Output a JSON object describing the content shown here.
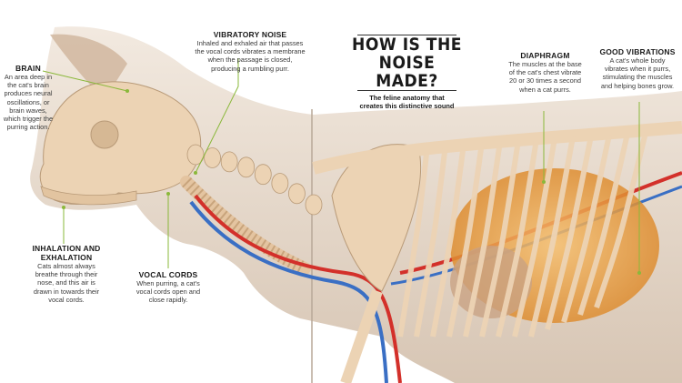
{
  "title": {
    "line1": "HOW IS THE",
    "line2": "NOISE MADE?",
    "subtitle_line1": "The feline anatomy that",
    "subtitle_line2": "creates this distinctive sound"
  },
  "labels": {
    "brain": {
      "heading": "BRAIN",
      "body": [
        "An area deep in",
        "the cat's brain",
        "produces neural",
        "oscillations, or",
        "brain waves,",
        "which trigger the",
        "purring action."
      ]
    },
    "vibratory_noise": {
      "heading": "VIBRATORY NOISE",
      "body": [
        "Inhaled and exhaled air that passes",
        "the vocal cords vibrates a membrane",
        "when the passage is closed,",
        "producing a rumbling purr."
      ]
    },
    "inhalation": {
      "heading_line1": "INHALATION AND",
      "heading_line2": "EXHALATION",
      "body": [
        "Cats almost always",
        "breathe through their",
        "nose, and this air is",
        "drawn in towards their",
        "vocal cords."
      ]
    },
    "vocal_cords": {
      "heading": "VOCAL CORDS",
      "body": [
        "When purring, a cat's",
        "vocal cords open and",
        "close rapidly."
      ]
    },
    "diaphragm": {
      "heading": "DIAPHRAGM",
      "body": [
        "The muscles at the base",
        "of the cat's chest vibrate",
        "20 or 30 times a second",
        "when a cat purrs."
      ]
    },
    "good_vibrations": {
      "heading": "GOOD VIBRATIONS",
      "body": [
        "A cat's whole body",
        "vibrates when it purrs,",
        "stimulating the muscles",
        "and helping bones grow."
      ]
    }
  },
  "colors": {
    "leader_line": "#8ab83a",
    "bone": "#ecd3b4",
    "skin": "#dcc8b4",
    "organ": "#e89a3c",
    "artery": "#d3302a",
    "vein": "#3a6fc4"
  }
}
